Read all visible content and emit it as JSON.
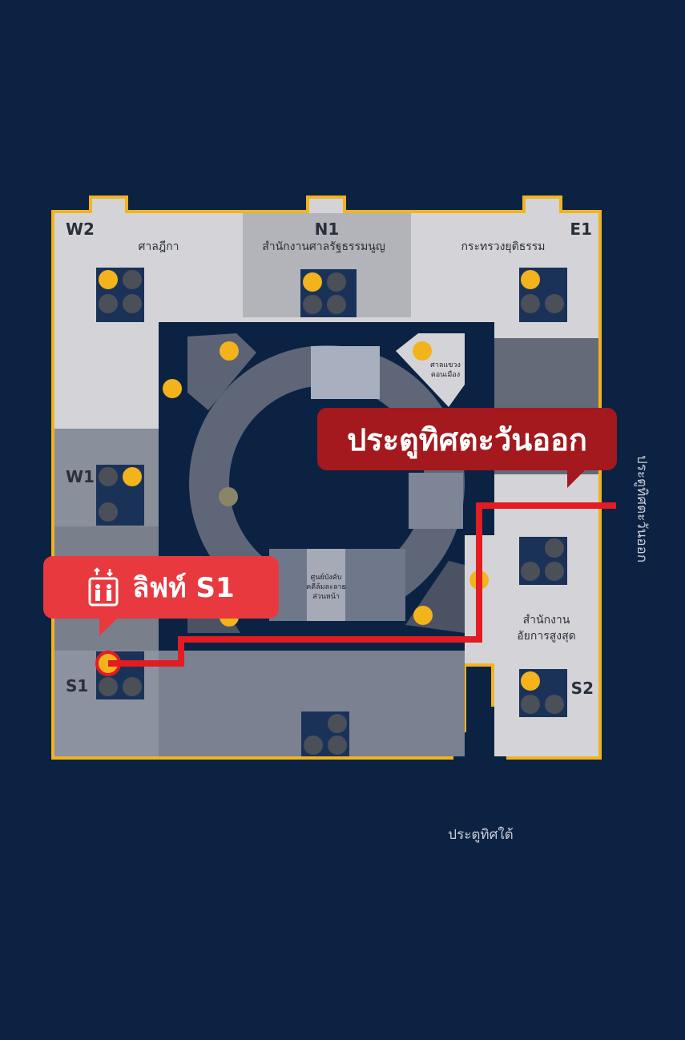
{
  "zones": {
    "w2": {
      "code": "W2",
      "name": "ศาลฎีกา"
    },
    "n1": {
      "code": "N1",
      "name": "สำนักงานศาลรัฐธรรมนูญ"
    },
    "e1": {
      "code": "E1",
      "name": "กระทรวงยุติธรรม"
    },
    "w1": {
      "code": "W1"
    },
    "s1": {
      "code": "S1"
    },
    "s2": {
      "code": "S2",
      "name_line1": "สำนักงาน",
      "name_line2": "อัยการสูงสุด"
    }
  },
  "small_labels": {
    "court_line1": "ศาลแขวง",
    "court_line2": "ดอนเมือง",
    "center_line1": "ศูนย์บังคับ",
    "center_line2": "คดีล้มละลาย",
    "center_line3": "ส่วนหน้า"
  },
  "gates": {
    "east_side": "ประตูทิศตะวันออก",
    "south": "ประตูทิศใต้"
  },
  "callouts": {
    "east_gate": "ประตูทิศตะวันออก",
    "lift": "ลิฟท์ S1"
  },
  "colors": {
    "background": "#0b2242",
    "outline": "#f2b31d",
    "route": "#e31b23",
    "callout_dark": "#a3191d",
    "callout_light": "#e8393f",
    "icon_active": "#f2b31d"
  },
  "icons": [
    "elevator-icon",
    "wheelchair-icon",
    "restroom-icon",
    "fire-exit-icon",
    "escalator-icon",
    "stairs-icon"
  ]
}
